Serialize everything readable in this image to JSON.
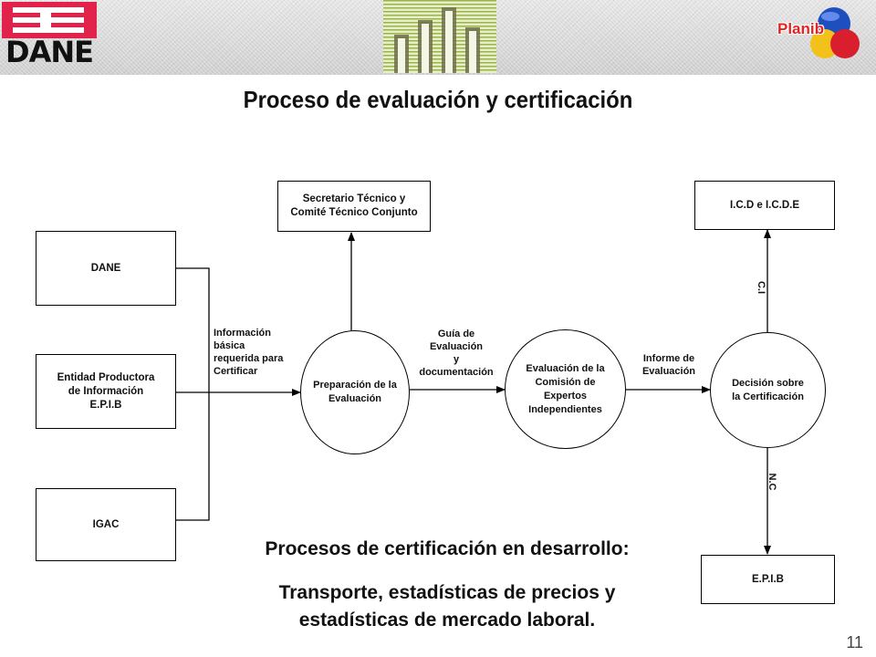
{
  "header": {
    "logo_text": "DANE",
    "planib_text": "Planib"
  },
  "title": "Proceso de evaluación y certificación",
  "boxes": {
    "dane": "DANE",
    "entidad_line1": "Entidad Productora",
    "entidad_line2": "de Información",
    "entidad_line3": "E.P.I.B",
    "igac": "IGAC",
    "secretario_line1": "Secretario Técnico y",
    "secretario_line2": "Comité Técnico Conjunto",
    "icd": "I.C.D  e  I.C.D.E",
    "epib": "E.P.I.B"
  },
  "ellipses": {
    "preparacion_line1": "Preparación de la",
    "preparacion_line2": "Evaluación",
    "evaluacion_line1": "Evaluación de la",
    "evaluacion_line2": "Comisión de",
    "evaluacion_line3": "Expertos",
    "evaluacion_line4": "Independientes",
    "decision_line1": "Decisión sobre",
    "decision_line2": "la Certificación"
  },
  "labels": {
    "info_line1": "Información",
    "info_line2": "básica",
    "info_line3": "requerida para",
    "info_line4": "Certificar",
    "guia_line1": "Guía de",
    "guia_line2": "Evaluación",
    "guia_line3": "y",
    "guia_line4": "documentación",
    "informe_line1": "Informe de",
    "informe_line2": "Evaluación",
    "ci": "C.I",
    "nc": "N.C"
  },
  "bottom": {
    "heading": "Procesos de certificación en desarrollo:",
    "line1": "Transporte, estadísticas de precios y",
    "line2": "estadísticas de mercado laboral."
  },
  "page_number": "11",
  "colors": {
    "dane_red": "#e1224b",
    "bars_green": "#7a9a2a",
    "planib_red": "#e52222"
  }
}
